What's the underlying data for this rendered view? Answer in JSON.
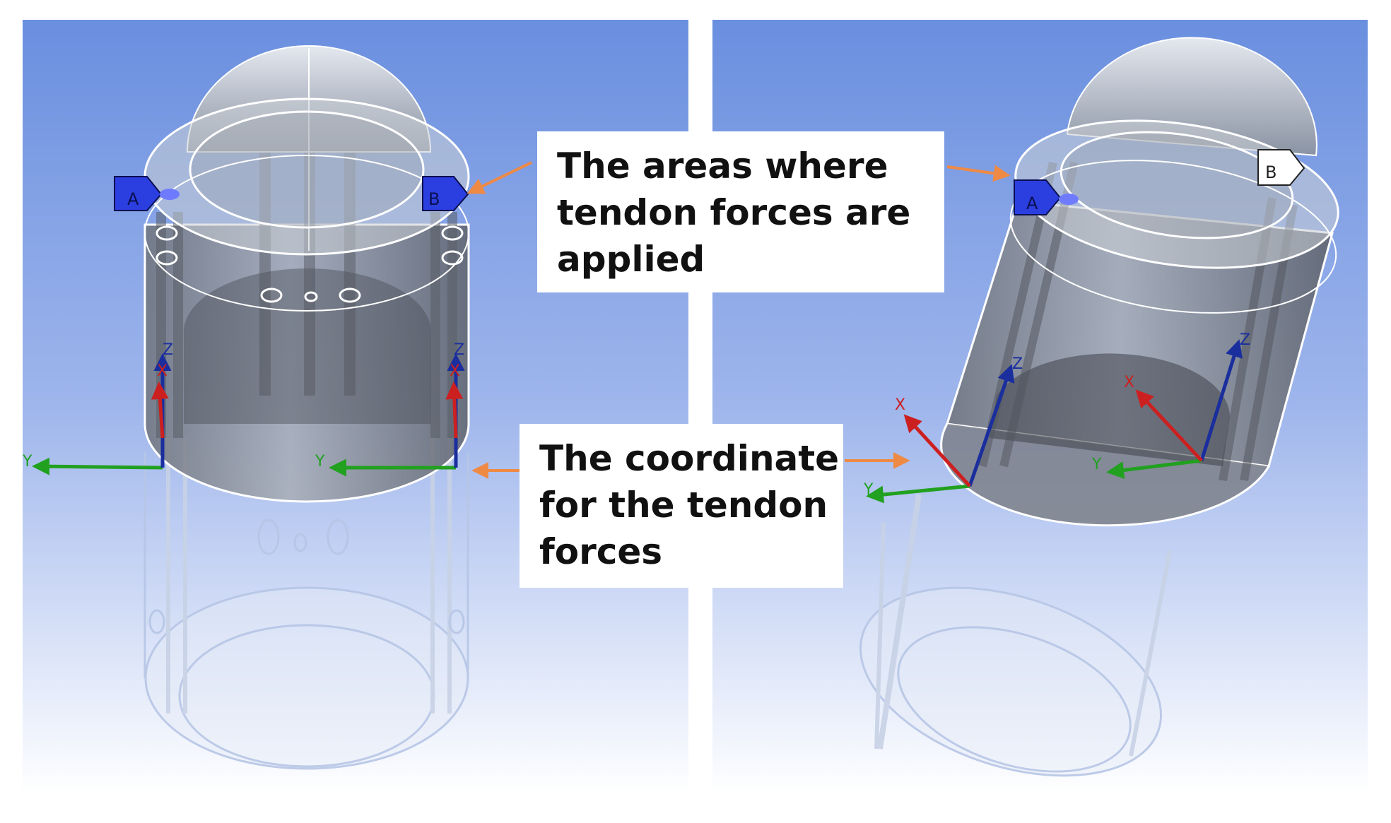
{
  "callouts": {
    "top": {
      "lines": [
        "The areas where",
        "tendon forces are",
        "applied"
      ]
    },
    "bottom": {
      "lines": [
        "The coordinate",
        "for the tendon",
        "forces"
      ]
    }
  },
  "labels": {
    "a": "A",
    "b": "B"
  },
  "axes": {
    "x": "X",
    "y": "Y",
    "z": "Z"
  },
  "colors": {
    "bg_top": "#6a8fdf",
    "bg_bottom": "#ffffff",
    "arrow": "#ef8a45",
    "x_axis": "#cc2020",
    "y_axis": "#22a020",
    "z_axis": "#1a2e9e",
    "label_fill": "#2b3fe0"
  }
}
